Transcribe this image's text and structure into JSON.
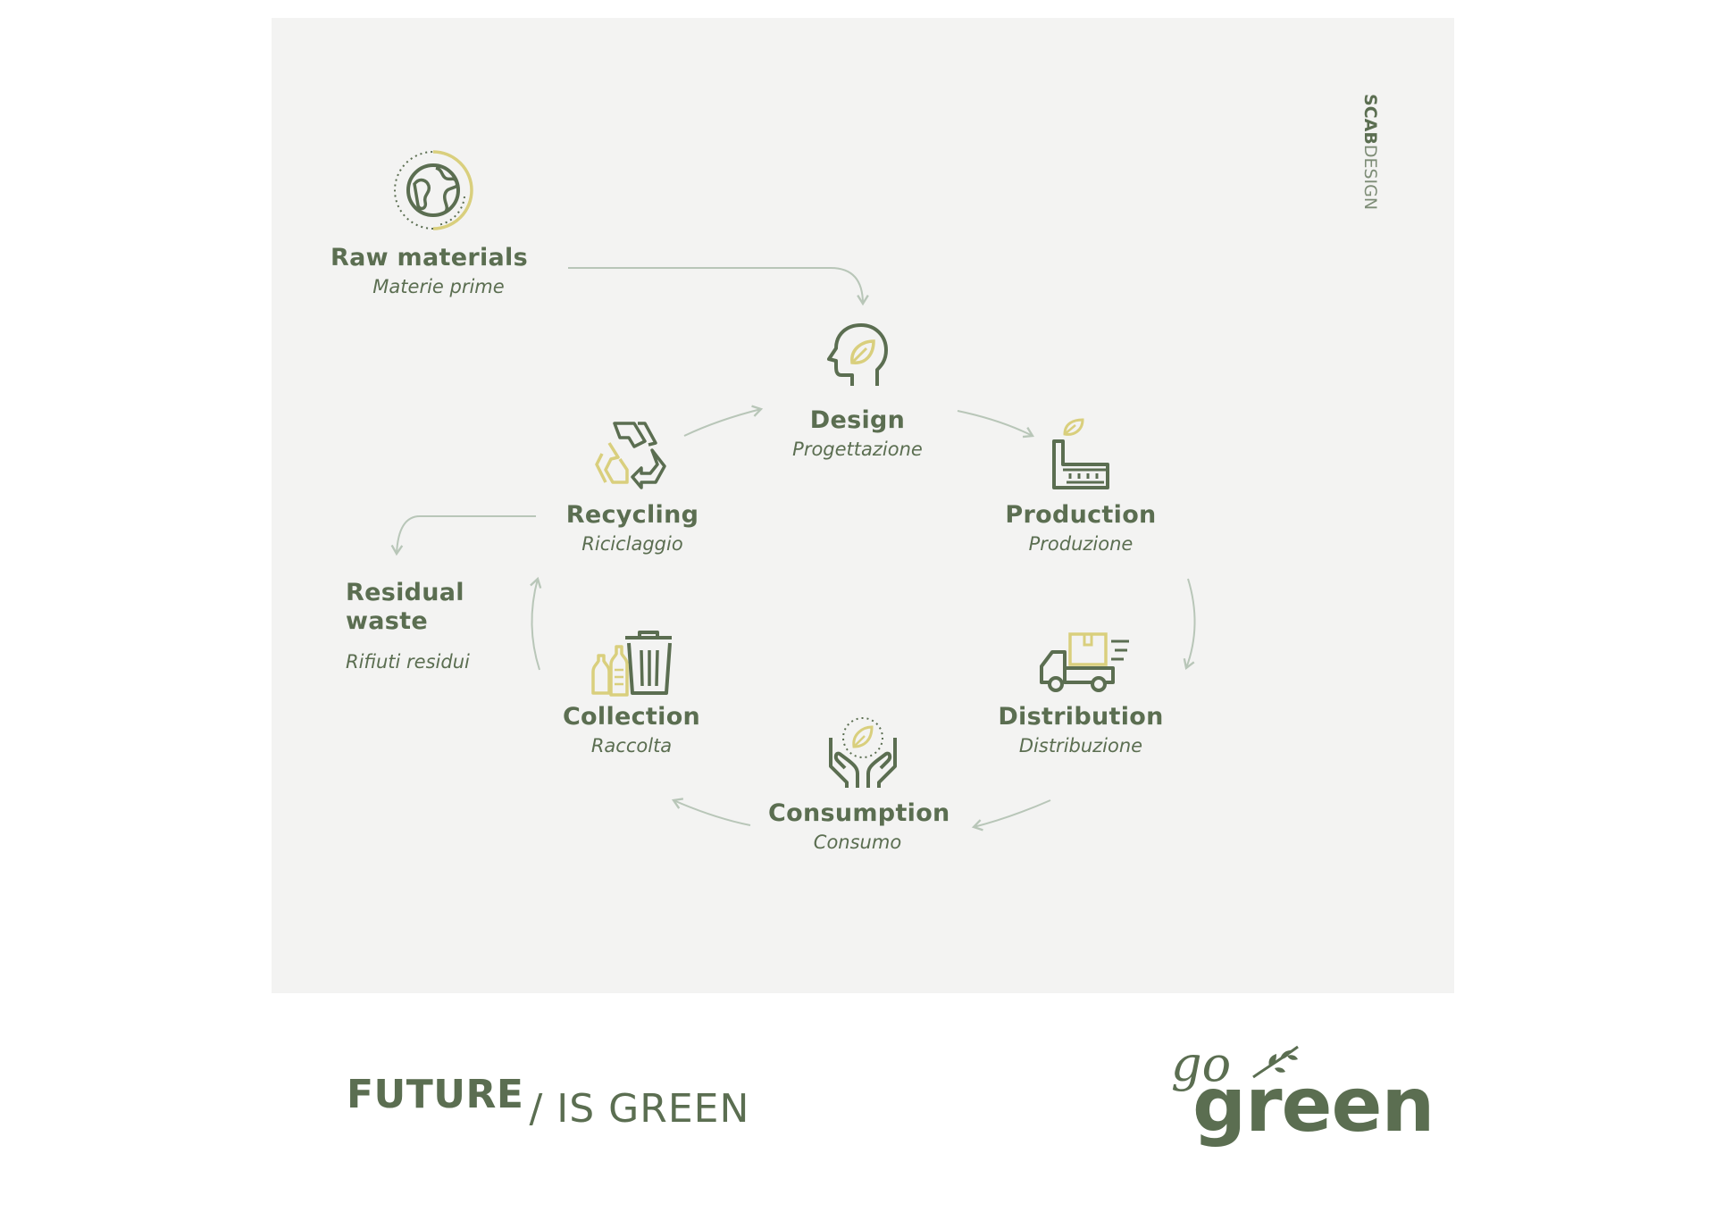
{
  "brand": {
    "vertical_bold": "SCAB",
    "vertical_light": "DESIGN"
  },
  "nodes": {
    "raw_materials": {
      "title": "Raw materials",
      "subtitle": "Materie prime"
    },
    "design": {
      "title": "Design",
      "subtitle": "Progettazione"
    },
    "production": {
      "title": "Production",
      "subtitle": "Produzione"
    },
    "distribution": {
      "title": "Distribution",
      "subtitle": "Distribuzione"
    },
    "consumption": {
      "title": "Consumption",
      "subtitle": "Consumo"
    },
    "collection": {
      "title": "Collection",
      "subtitle": "Raccolta"
    },
    "recycling": {
      "title": "Recycling",
      "subtitle": "Riciclaggio"
    },
    "residual_waste": {
      "title_line1": "Residual",
      "title_line2": "waste",
      "subtitle": "Rifiuti residui"
    }
  },
  "footer": {
    "future": "FUTURE",
    "tagline": "/ IS GREEN"
  },
  "logo": {
    "go": "go",
    "green": "green"
  },
  "colors": {
    "panel": "#f3f3f2",
    "text": "#5b6e51",
    "accent_yellow": "#d9cf7d",
    "arrow": "#b8c6b8"
  },
  "icons": [
    "globe-icon",
    "head-leaf-icon",
    "factory-leaf-icon",
    "delivery-truck-icon",
    "hands-leaf-icon",
    "trash-bottles-icon",
    "recycle-icon"
  ]
}
